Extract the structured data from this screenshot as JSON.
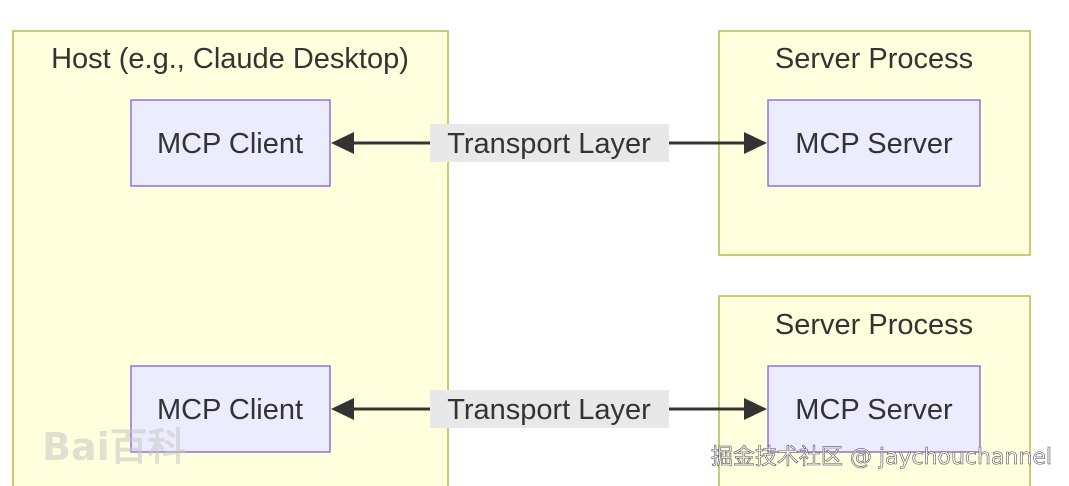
{
  "diagram": {
    "host": {
      "label": "Host (e.g., Claude Desktop)"
    },
    "server_processes": [
      {
        "label": "Server Process",
        "server": "MCP Server"
      },
      {
        "label": "Server Process",
        "server": "MCP Server"
      }
    ],
    "clients": [
      {
        "label": "MCP Client"
      },
      {
        "label": "MCP Client"
      }
    ],
    "edges": [
      {
        "from": "MCP Client",
        "to": "MCP Server",
        "label": "Transport Layer",
        "bidirectional": true
      },
      {
        "from": "MCP Client",
        "to": "MCP Server",
        "label": "Transport Layer",
        "bidirectional": true
      }
    ]
  },
  "watermarks": {
    "baidu": "Bai百科",
    "juejin": "掘金技术社区 @ jaychouchannel"
  },
  "colors": {
    "cluster_fill": "#ffffde",
    "cluster_stroke": "#b8b84a",
    "node_fill": "#ececff",
    "node_stroke": "#9370db",
    "edge": "#333333",
    "edge_label_bg": "#e8e8e8"
  }
}
